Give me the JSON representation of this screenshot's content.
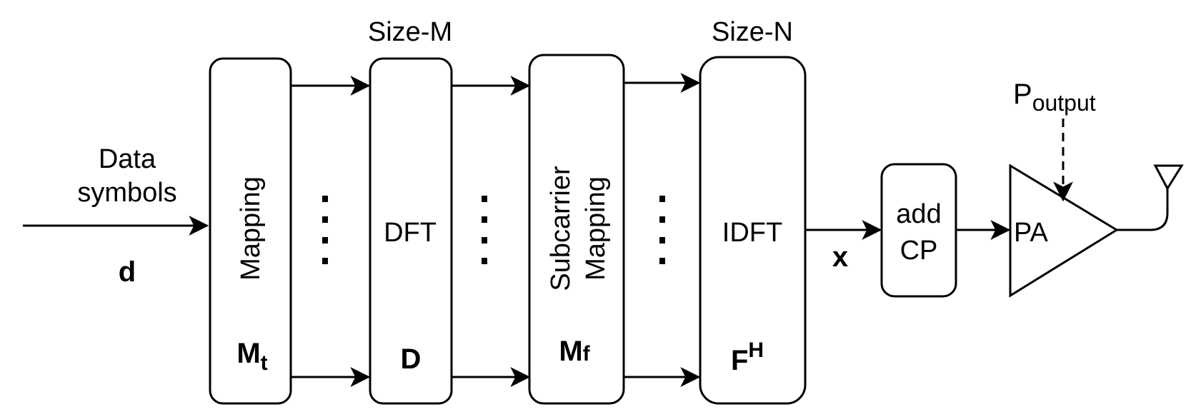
{
  "input": {
    "label_line1": "Data",
    "label_line2": "symbols",
    "symbol": "d"
  },
  "blocks": {
    "mapping": {
      "label": "Mapping",
      "symbol": "M",
      "subscript": "t"
    },
    "dft": {
      "size_label": "Size-M",
      "label": "DFT",
      "symbol": "D"
    },
    "subcarrier_mapping": {
      "label_line1": "Subcarrier",
      "label_line2": "Mapping",
      "symbol": "M",
      "subscript": "f"
    },
    "idft": {
      "size_label": "Size-N",
      "label": "IDFT",
      "symbol": "F",
      "superscript": "H"
    },
    "add_cp": {
      "label_line1": "add",
      "label_line2": "CP"
    },
    "pa": {
      "label": "PA",
      "power_label": "P",
      "power_subscript": "output"
    }
  },
  "signal": {
    "x_label": "x"
  }
}
